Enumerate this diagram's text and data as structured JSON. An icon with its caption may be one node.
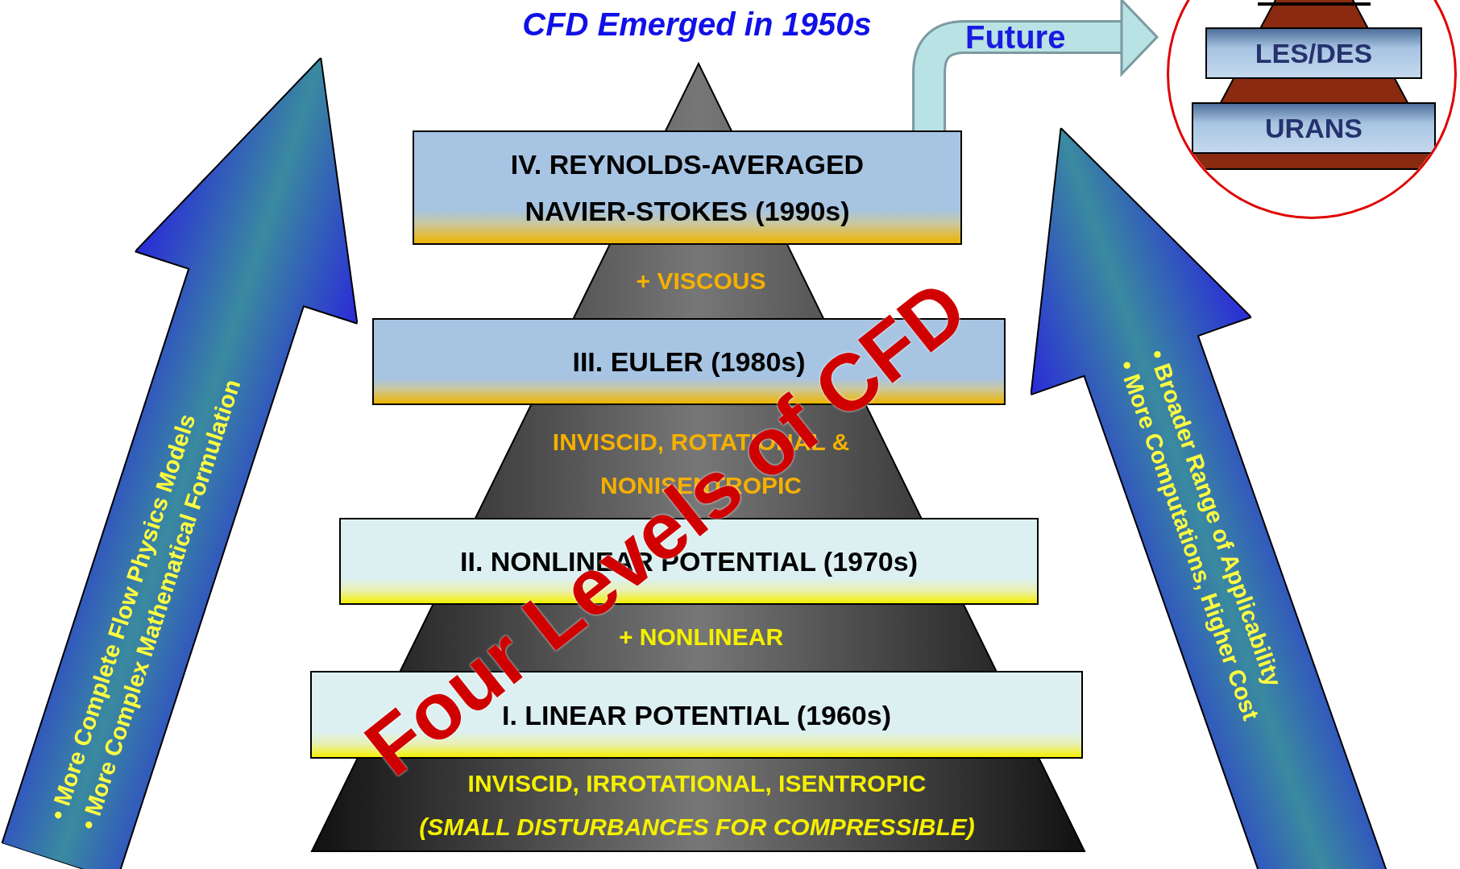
{
  "diagram": {
    "title": "CFD Emerged in 1950s",
    "nodes": [
      {
        "text": [
          "IV. REYNOLDS-AVERAGED NAVIER-STOKES (1990s)"
        ]
      },
      {
        "text": [
          "III. EULER (1980s)"
        ]
      },
      {
        "text": [
          "II. NONLINEAR POTENTIAL (1970s)"
        ]
      },
      {
        "text": [
          "I. LINEAR POTENTIAL (1960s)"
        ]
      },
      {
        "text": [],
        "shape": "circle"
      },
      {
        "text": [
          "LES/DES"
        ],
        "in": 4
      },
      {
        "text": [
          "URANS"
        ],
        "in": 4
      },
      {
        "text": [
          "• More Complete Flow Physics Models",
          "• More Complex Mathematical Formulation"
        ]
      },
      {
        "text": [
          "• Broader Range of Applicability",
          "• More Computations, Higher Cost"
        ]
      }
    ],
    "edges": [
      {
        "from": 0,
        "to": 4,
        "arrow": "to",
        "label": "Future"
      }
    ],
    "labels": [
      "+ VISCOUS",
      "INVISCID, ROTATIONAL & NONISENTROPIC",
      "+ NONLINEAR",
      "INVISCID, IRROTATIONAL, ISENTROPIC",
      "(SMALL DISTURBANCES FOR COMPRESSIBLE)",
      "Four Levels of CFD"
    ]
  }
}
